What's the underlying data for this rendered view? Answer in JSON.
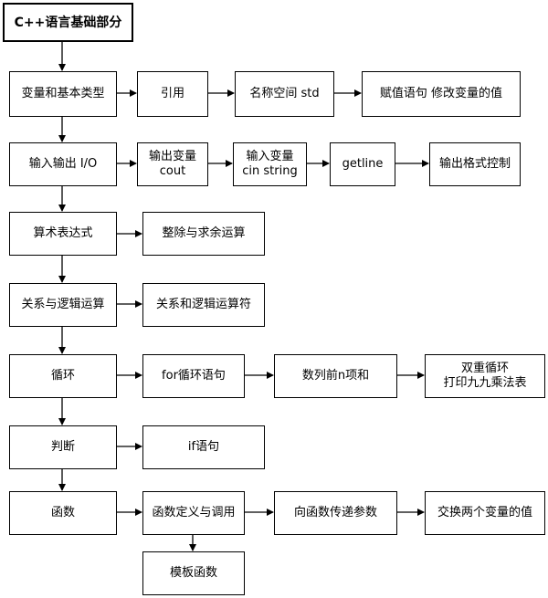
{
  "nodes": {
    "title": "C++语言基础部分",
    "variables": "变量和基本类型",
    "reference": "引用",
    "namespace_std": "名称空间 std",
    "assignment": "赋值语句 修改变量的值",
    "io": "输入输出 I/O",
    "output_var_l1": "输出变量",
    "output_var_l2": "cout",
    "input_var_l1": "输入变量",
    "input_var_l2": "cin string",
    "getline": "getline",
    "output_format": "输出格式控制",
    "arithmetic": "算术表达式",
    "int_div_mod": "整除与求余运算",
    "relational_logic": "关系与逻辑运算",
    "relational_logic_ops": "关系和逻辑运算符",
    "loop": "循环",
    "for_loop": "for循环语句",
    "series_sum": "数列前n项和",
    "double_loop_l1": "双重循环",
    "double_loop_l2": "打印九九乘法表",
    "judge": "判断",
    "if_stmt": "if语句",
    "function": "函数",
    "func_def_call": "函数定义与调用",
    "pass_params": "向函数传递参数",
    "swap_values": "交换两个变量的值",
    "template_func": "模板函数"
  }
}
